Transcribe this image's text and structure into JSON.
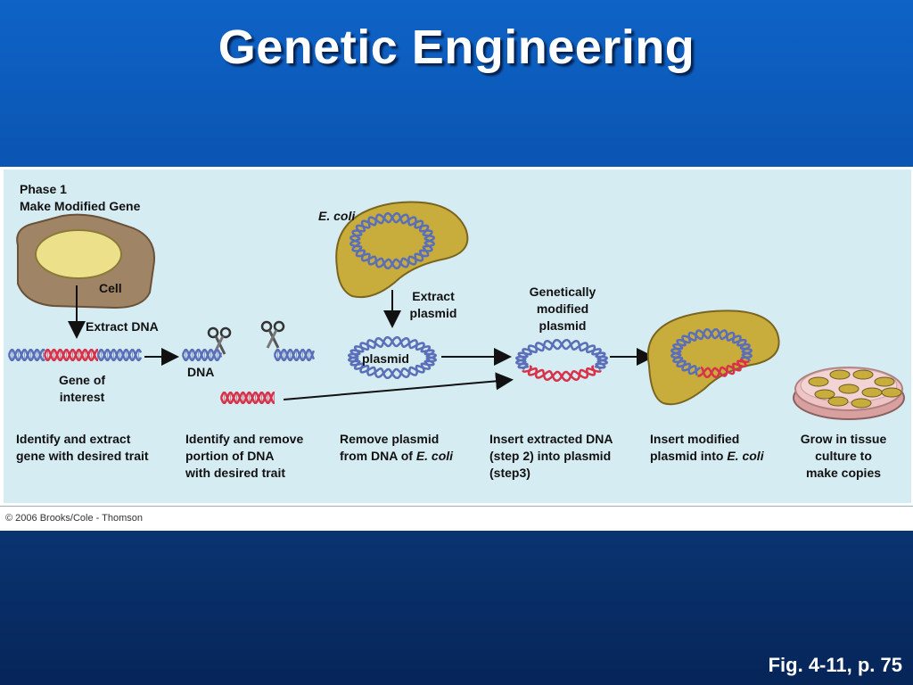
{
  "title": "Genetic Engineering",
  "phase": {
    "line1": "Phase 1",
    "line2": "Make Modified Gene"
  },
  "labels": {
    "ecoli": "E. coli",
    "cell": "Cell",
    "extract_dna": "Extract DNA",
    "gene_line1": "Gene of",
    "gene_line2": "interest",
    "dna": "DNA",
    "extract_line1": "Extract",
    "extract_line2": "plasmid",
    "plasmid": "plasmid",
    "gm_line1": "Genetically",
    "gm_line2": "modified",
    "gm_line3": "plasmid"
  },
  "steps": [
    {
      "line1": "Identify and extract",
      "line2": "gene with desired trait"
    },
    {
      "line1": "Identify and remove",
      "line2": "portion of DNA",
      "line3": "with desired trait"
    },
    {
      "line1": "Remove plasmid",
      "line2a": "from DNA of ",
      "line2b": "E. coli"
    },
    {
      "line1": "Insert extracted DNA",
      "line2": "(step 2) into plasmid",
      "line3": "(step3)"
    },
    {
      "line1": "Insert modified",
      "line2a": "plasmid into ",
      "line2b": "E. coli"
    },
    {
      "line1": "Grow in tissue",
      "line2": "culture to",
      "line3": "make copies"
    }
  ],
  "copyright": "© 2006 Brooks/Cole - Thomson",
  "figure_ref": "Fig. 4-11, p. 75",
  "colors": {
    "dna_blue": "#5a6fb8",
    "dna_red": "#d8324a",
    "cell_brown": "#a08466",
    "nucleus_yellow": "#ece08a",
    "ecoli_gold": "#c8ad3c",
    "panel_bg": "#d6ecf3"
  }
}
